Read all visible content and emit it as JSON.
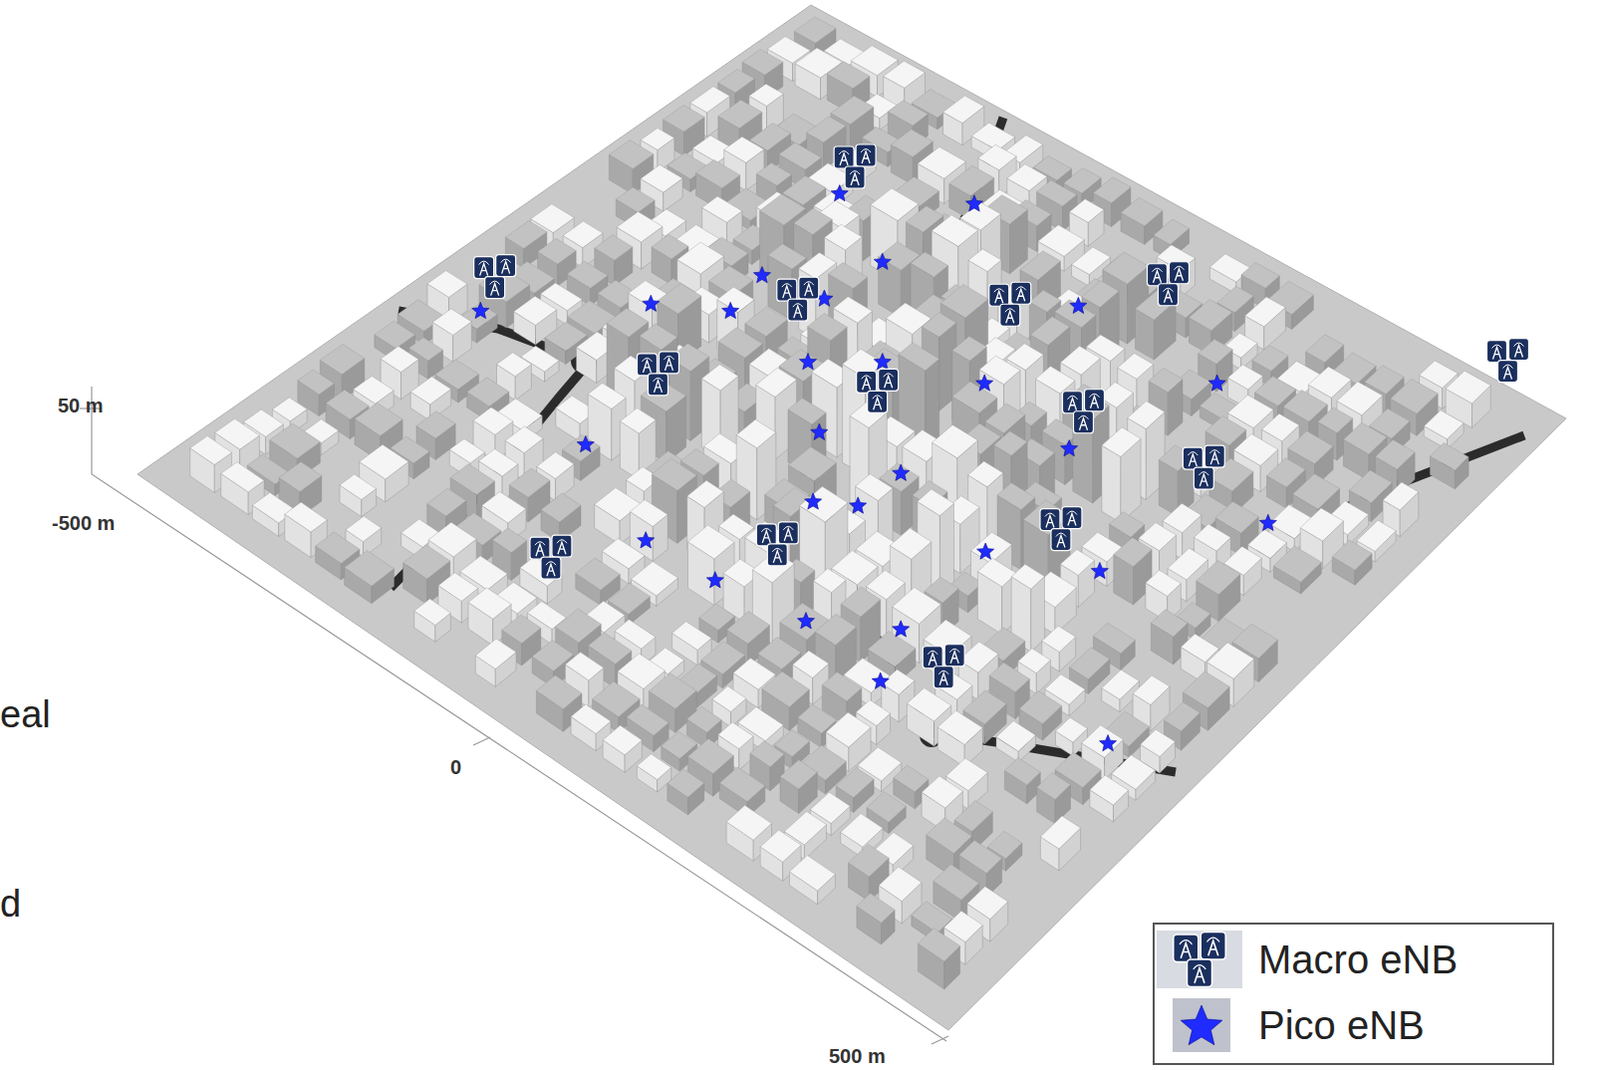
{
  "diagram": {
    "labels": [
      "50 m",
      "-500 m",
      "0",
      "500 m",
      "eal",
      "d"
    ],
    "legend": [
      {
        "text": "Macro eNB"
      },
      {
        "text": "Pico eNB"
      }
    ]
  }
}
